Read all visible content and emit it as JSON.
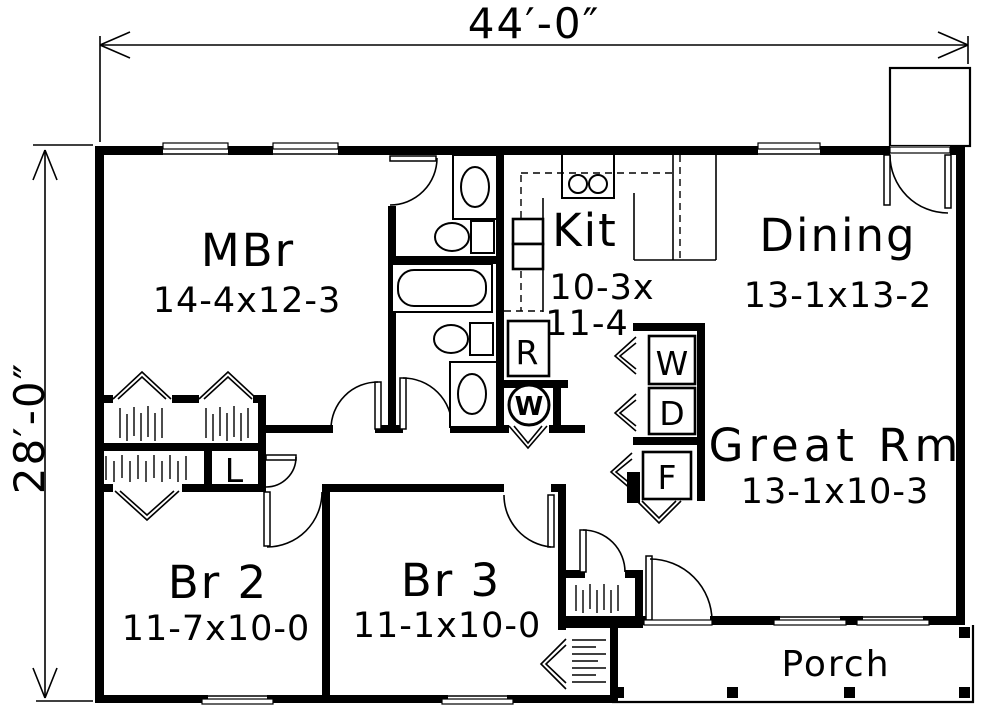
{
  "plan": {
    "overall_width": "44′-0″",
    "overall_height": "28′-0″"
  },
  "rooms": {
    "mbr": {
      "name": "MBr",
      "dims": "14-4x12-3"
    },
    "kit": {
      "name": "Kit",
      "dims_line1": "10-3x",
      "dims_line2": "11-4"
    },
    "dining": {
      "name": "Dining",
      "dims": "13-1x13-2"
    },
    "great_rm": {
      "name": "Great Rm",
      "dims": "13-1x10-3"
    },
    "br2": {
      "name": "Br 2",
      "dims": "11-7x10-0"
    },
    "br3": {
      "name": "Br 3",
      "dims": "11-1x10-0"
    },
    "porch": {
      "name": "Porch"
    }
  },
  "appliances": {
    "washer": "W",
    "dryer": "D",
    "freezer": "F",
    "range": "R",
    "water_heater": "W",
    "linen": "L"
  },
  "colors": {
    "line": "#000000",
    "background": "#ffffff"
  }
}
